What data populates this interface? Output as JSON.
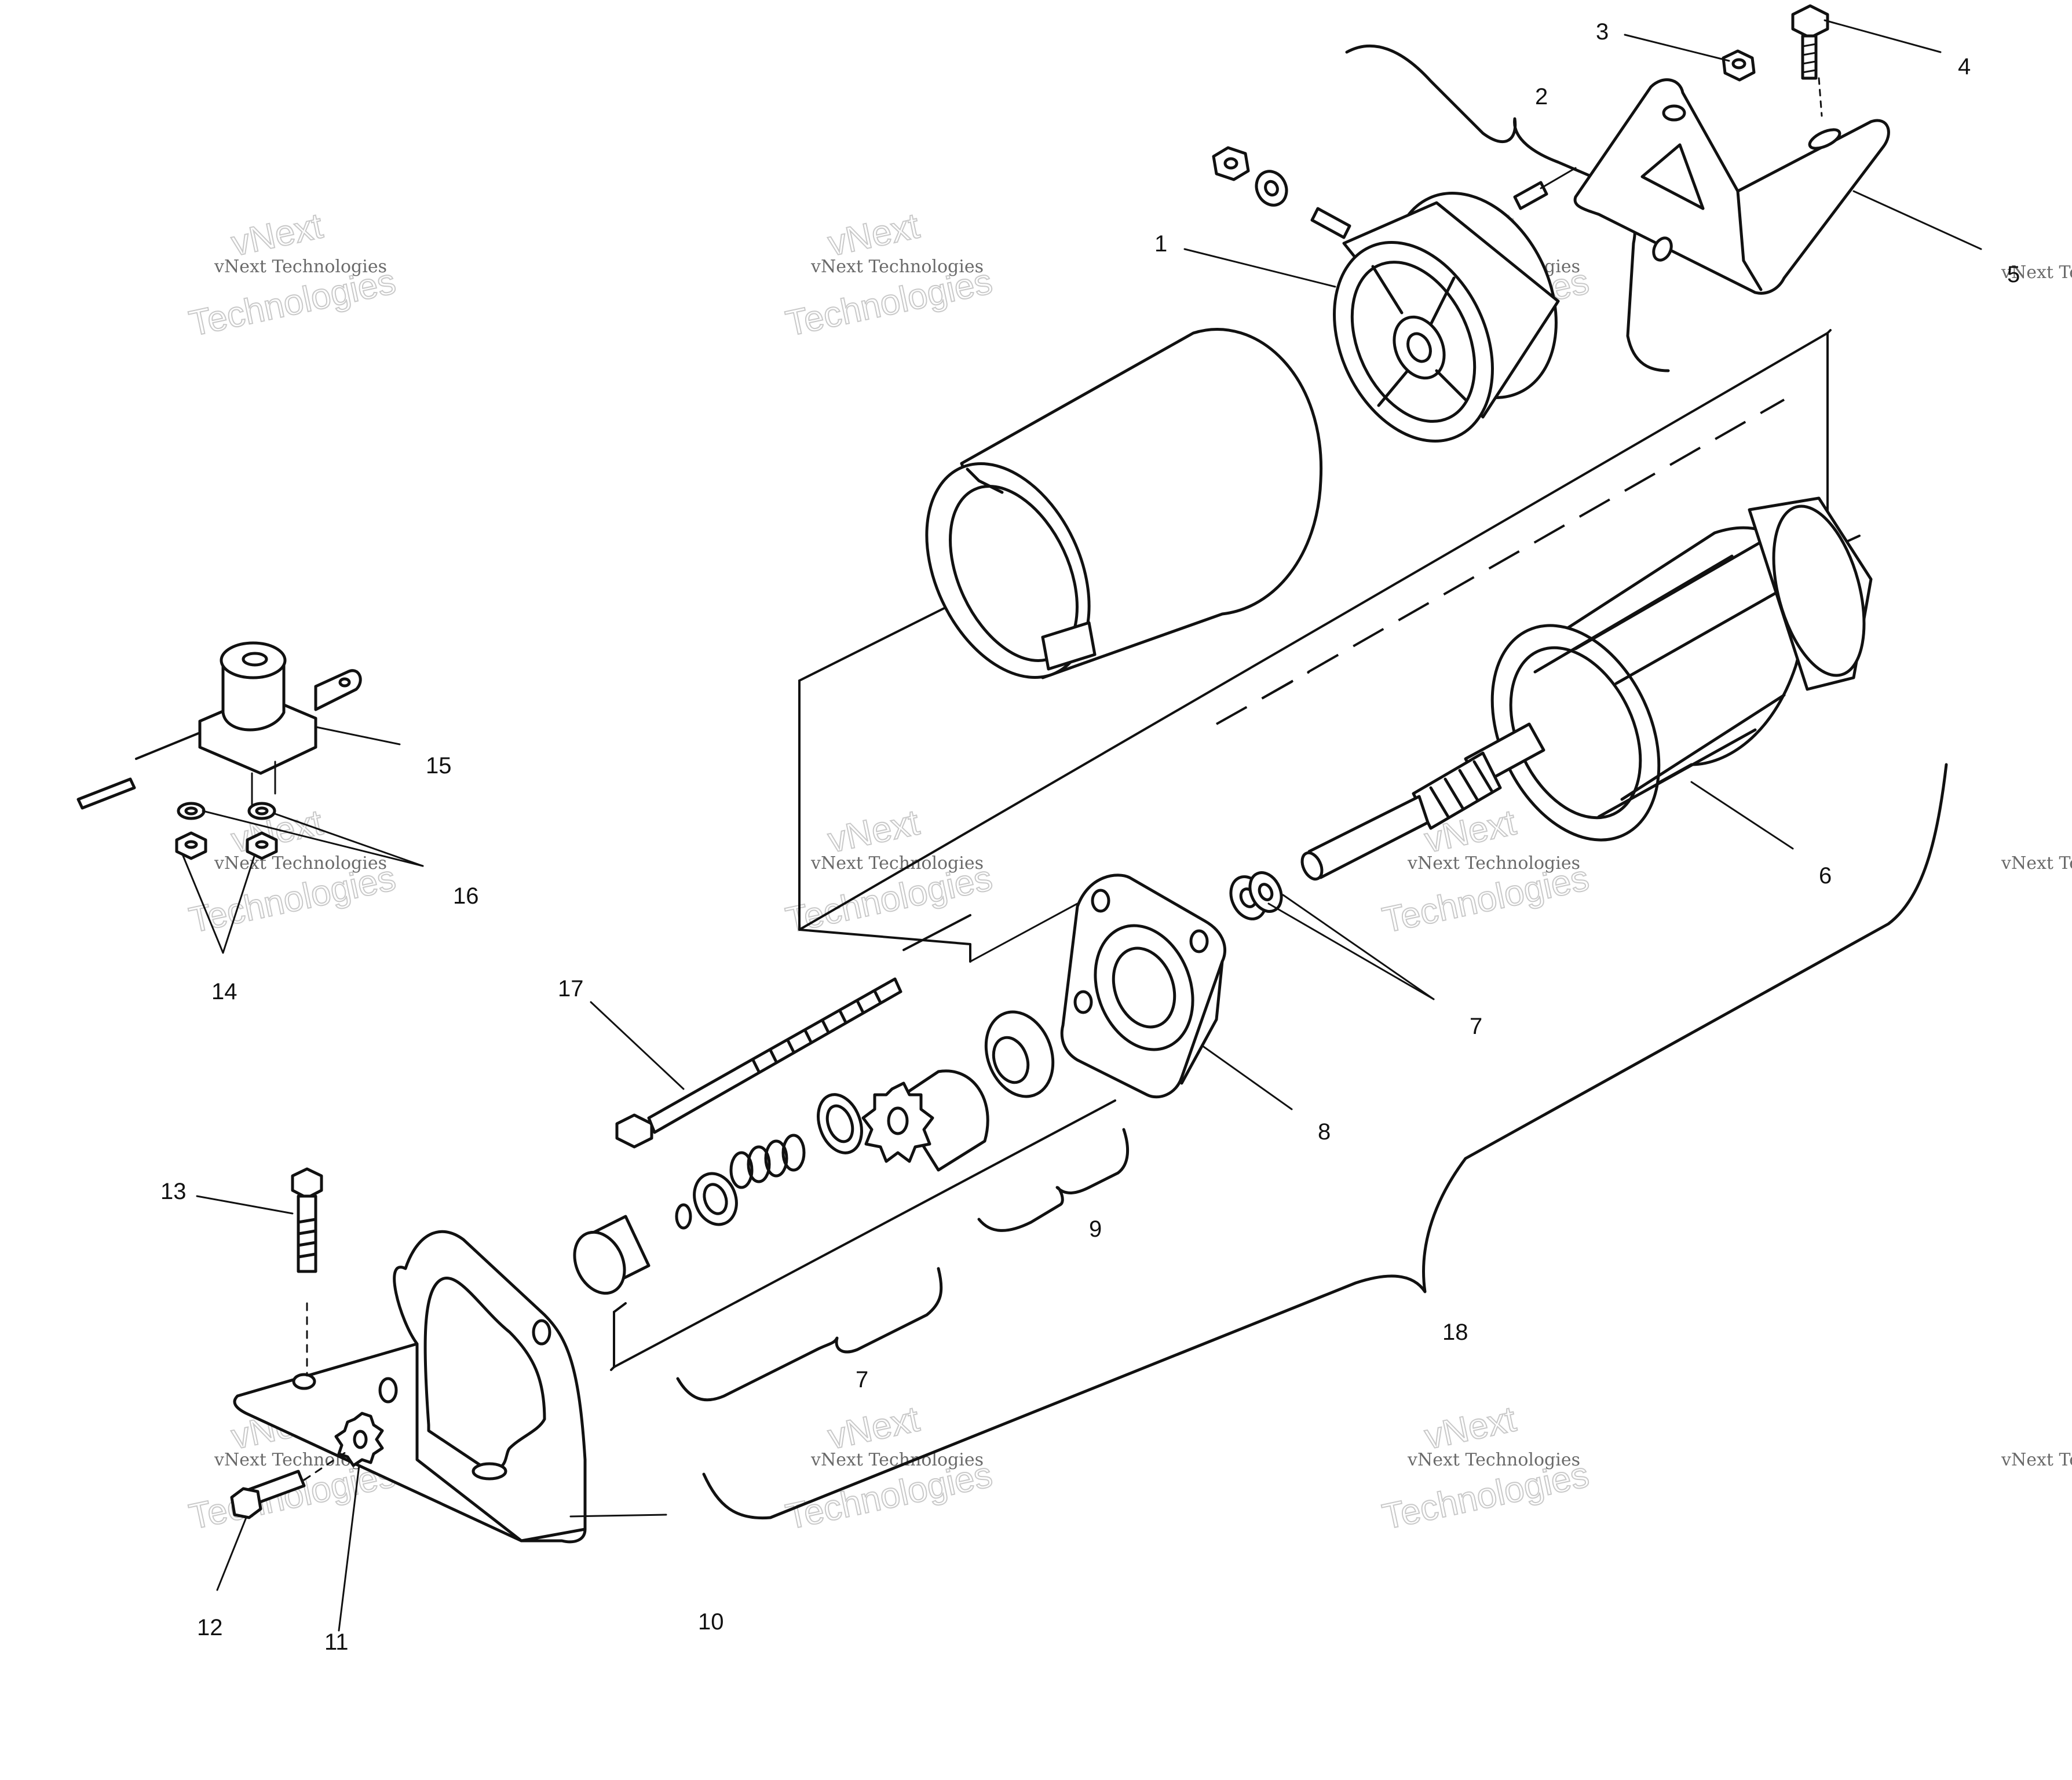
{
  "callouts": [
    {
      "id": "1",
      "text": "1"
    },
    {
      "id": "2",
      "text": "2"
    },
    {
      "id": "3",
      "text": "3"
    },
    {
      "id": "4",
      "text": "4"
    },
    {
      "id": "5",
      "text": "5"
    },
    {
      "id": "6",
      "text": "6"
    },
    {
      "id": "7a",
      "text": "7"
    },
    {
      "id": "7b",
      "text": "7"
    },
    {
      "id": "8",
      "text": "8"
    },
    {
      "id": "9",
      "text": "9"
    },
    {
      "id": "10",
      "text": "10"
    },
    {
      "id": "11",
      "text": "11"
    },
    {
      "id": "12",
      "text": "12"
    },
    {
      "id": "13",
      "text": "13"
    },
    {
      "id": "14",
      "text": "14"
    },
    {
      "id": "15",
      "text": "15"
    },
    {
      "id": "16",
      "text": "16"
    },
    {
      "id": "17",
      "text": "17"
    },
    {
      "id": "18",
      "text": "18"
    }
  ],
  "watermark": {
    "line_small": "vNext Technologies",
    "line_big_1": "vNext",
    "line_big_2": "Technologies"
  },
  "colors": {
    "line": "#111111",
    "background": "#ffffff",
    "watermark_text": "#6a6a6a",
    "watermark_outline": "#c9c9c9"
  }
}
